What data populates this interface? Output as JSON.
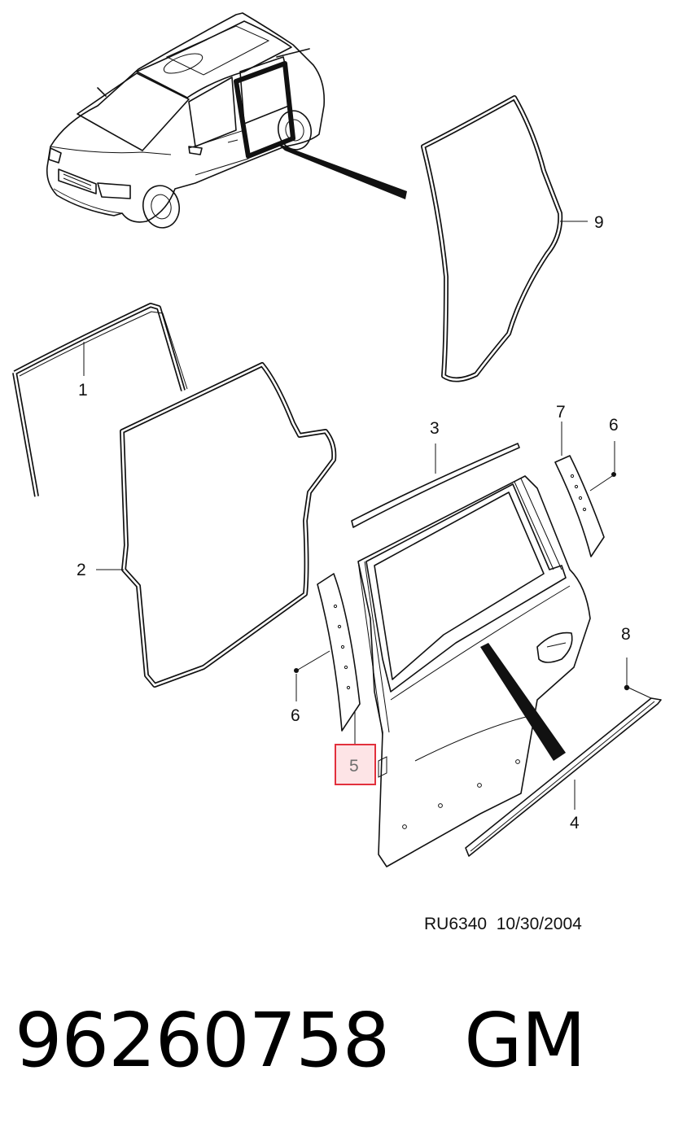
{
  "callouts": {
    "c1": "1",
    "c2": "2",
    "c3": "3",
    "c4": "4",
    "c5": "5",
    "c6a": "6",
    "c6b": "6",
    "c7": "7",
    "c8": "8",
    "c9": "9"
  },
  "highlight": {
    "callout": "5",
    "border_color": "#e2303c",
    "fill_color": "#fde4e6"
  },
  "drawing_ref": {
    "code": "RU6340",
    "date": "10/30/2004"
  },
  "footer": {
    "part_number": "96260758",
    "brand": "GM"
  }
}
